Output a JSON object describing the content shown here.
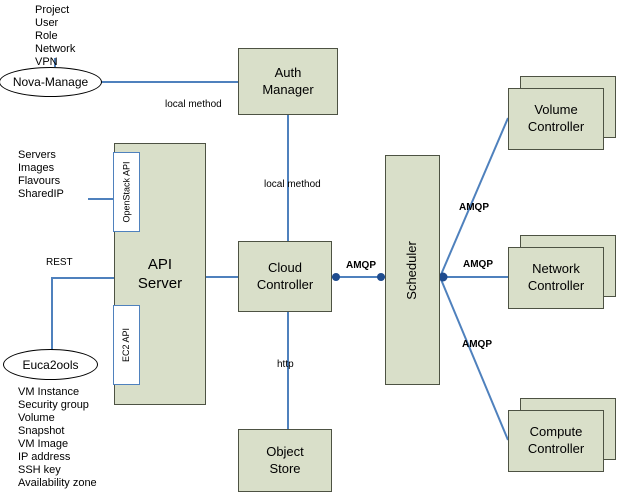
{
  "nodes": {
    "nova_manage": "Nova-Manage",
    "auth_manager": "Auth Manager",
    "api_server": "API Server",
    "openstack_api": "OpenStack API",
    "ec2_api": "EC2 API",
    "euca2ools": "Euca2ools",
    "cloud_controller": "Cloud Controller",
    "object_store": "Object Store",
    "scheduler": "Scheduler",
    "volume_controller": "Volume Controller",
    "network_controller": "Network Controller",
    "compute_controller": "Compute Controller"
  },
  "annotations": {
    "manage_list": [
      "Project",
      "User",
      "Role",
      "Network",
      "VPN"
    ],
    "api_list": [
      "Servers",
      "Images",
      "Flavours",
      "SharedIP"
    ],
    "euca_list": [
      "VM Instance",
      "Security group",
      "Volume",
      "Snapshot",
      "VM Image",
      "IP address",
      "SSH key",
      "Availability zone"
    ]
  },
  "edge_labels": {
    "local_method_top": "local method",
    "local_method_mid": "local method",
    "rest": "REST",
    "http": "http",
    "amqp_main": "AMQP",
    "amqp_volume": "AMQP",
    "amqp_network": "AMQP",
    "amqp_compute": "AMQP"
  },
  "colors": {
    "box_fill": "#d9dfc9",
    "box_border": "#4d5243",
    "wire": "#4f81bd",
    "dot": "#1f4c8f",
    "subbox_border": "#4f81bd",
    "background": "#ffffff"
  }
}
